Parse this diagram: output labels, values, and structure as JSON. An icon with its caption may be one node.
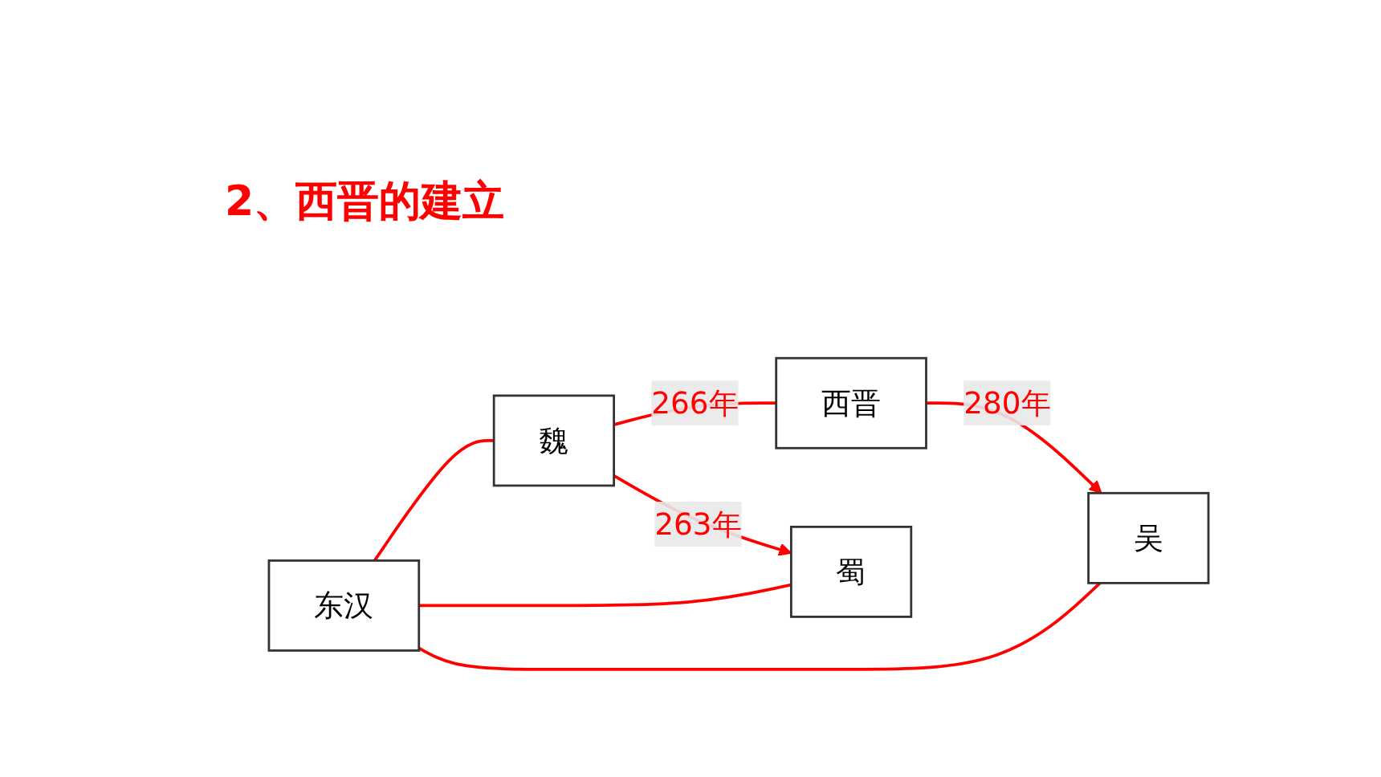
{
  "diagram": {
    "title": "2、西晋的建立",
    "nodes": [
      {
        "text": [
          "东汉"
        ]
      },
      {
        "text": [
          "魏"
        ]
      },
      {
        "text": [
          "西晋"
        ]
      },
      {
        "text": [
          "蜀"
        ]
      },
      {
        "text": [
          "吴"
        ]
      }
    ],
    "edges": [
      {
        "from": 0,
        "to": 1,
        "arrow": "none",
        "color": "#ff0000"
      },
      {
        "from": 1,
        "to": 2,
        "arrow": "none",
        "label": "266年",
        "color": "#ff0000"
      },
      {
        "from": 1,
        "to": 3,
        "arrow": "to",
        "label": "263年",
        "color": "#ff0000"
      },
      {
        "from": 0,
        "to": 3,
        "arrow": "none",
        "color": "#ff0000"
      },
      {
        "from": 0,
        "to": 4,
        "arrow": "none",
        "color": "#ff0000"
      },
      {
        "from": 2,
        "to": 4,
        "arrow": "to",
        "label": "280年",
        "color": "#ff0000"
      }
    ]
  }
}
